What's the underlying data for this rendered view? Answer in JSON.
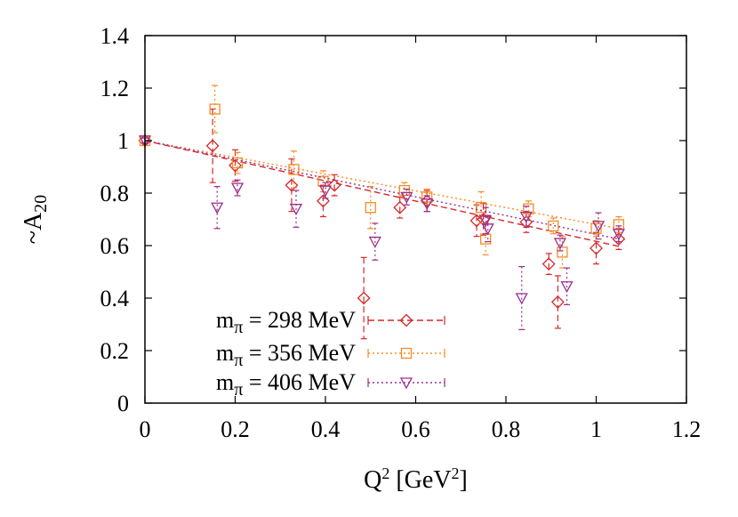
{
  "chart_data": {
    "type": "scatter",
    "xlabel": {
      "base": "Q",
      "sup": "2",
      "unit_pre": " [GeV",
      "unit_sup": "2",
      "unit_post": "]"
    },
    "ylabel": {
      "prefix": "~A",
      "sub": "20"
    },
    "xlim": [
      0,
      1.2
    ],
    "ylim": [
      0,
      1.4
    ],
    "x_ticks": [
      "0",
      "0.2",
      "0.4",
      "0.6",
      "0.8",
      "1",
      "1.2"
    ],
    "y_ticks": [
      "0",
      "0.2",
      "0.4",
      "0.6",
      "0.8",
      "1",
      "1.2",
      "1.4"
    ],
    "grid": false,
    "legend_position": "bottom-left",
    "series": [
      {
        "name_base": "m",
        "name_sub": "π",
        "name_rest": " = 298 MeV",
        "color": "#d62728",
        "marker": "diamond",
        "line_style": "dashed",
        "fit": [
          [
            0,
            1.0
          ],
          [
            1.05,
            0.597
          ]
        ],
        "points": [
          {
            "x": 0.0,
            "y": 1.0,
            "err": 0.01
          },
          {
            "x": 0.15,
            "y": 0.98,
            "err": 0.14
          },
          {
            "x": 0.2,
            "y": 0.905,
            "err": 0.06
          },
          {
            "x": 0.325,
            "y": 0.83,
            "err": 0.1
          },
          {
            "x": 0.395,
            "y": 0.77,
            "err": 0.06
          },
          {
            "x": 0.42,
            "y": 0.83,
            "err": 0.04
          },
          {
            "x": 0.485,
            "y": 0.4,
            "err": 0.155
          },
          {
            "x": 0.565,
            "y": 0.745,
            "err": 0.04
          },
          {
            "x": 0.625,
            "y": 0.77,
            "err": 0.04
          },
          {
            "x": 0.735,
            "y": 0.695,
            "err": 0.06
          },
          {
            "x": 0.75,
            "y": 0.7,
            "err": 0.06
          },
          {
            "x": 0.845,
            "y": 0.69,
            "err": 0.04
          },
          {
            "x": 0.895,
            "y": 0.53,
            "err": 0.04
          },
          {
            "x": 0.915,
            "y": 0.385,
            "err": 0.1
          },
          {
            "x": 1.0,
            "y": 0.59,
            "err": 0.06
          },
          {
            "x": 1.05,
            "y": 0.625,
            "err": 0.04
          }
        ]
      },
      {
        "name_base": "m",
        "name_sub": "π",
        "name_rest": " = 356 MeV",
        "color": "#f58b22",
        "marker": "square",
        "line_style": "dotted",
        "fit": [
          [
            0,
            1.0
          ],
          [
            1.05,
            0.665
          ]
        ],
        "points": [
          {
            "x": 0.0,
            "y": 1.0,
            "err": 0.01
          },
          {
            "x": 0.155,
            "y": 1.12,
            "err": 0.09
          },
          {
            "x": 0.205,
            "y": 0.915,
            "err": 0.04
          },
          {
            "x": 0.33,
            "y": 0.89,
            "err": 0.07
          },
          {
            "x": 0.395,
            "y": 0.845,
            "err": 0.04
          },
          {
            "x": 0.5,
            "y": 0.745,
            "err": 0.08
          },
          {
            "x": 0.575,
            "y": 0.81,
            "err": 0.03
          },
          {
            "x": 0.625,
            "y": 0.785,
            "err": 0.03
          },
          {
            "x": 0.745,
            "y": 0.745,
            "err": 0.06
          },
          {
            "x": 0.755,
            "y": 0.625,
            "err": 0.06
          },
          {
            "x": 0.85,
            "y": 0.74,
            "err": 0.03
          },
          {
            "x": 0.905,
            "y": 0.675,
            "err": 0.03
          },
          {
            "x": 0.925,
            "y": 0.575,
            "err": 0.06
          },
          {
            "x": 1.0,
            "y": 0.665,
            "err": 0.03
          },
          {
            "x": 1.05,
            "y": 0.68,
            "err": 0.03
          }
        ]
      },
      {
        "name_base": "m",
        "name_sub": "π",
        "name_rest": " = 406 MeV",
        "color": "#9b2d8e",
        "marker": "triangle-down",
        "line_style": "dotted",
        "fit": [
          [
            0,
            1.0
          ],
          [
            1.05,
            0.625
          ]
        ],
        "points": [
          {
            "x": 0.0,
            "y": 1.0,
            "err": 0.01
          },
          {
            "x": 0.16,
            "y": 0.745,
            "err": 0.08
          },
          {
            "x": 0.205,
            "y": 0.82,
            "err": 0.03
          },
          {
            "x": 0.335,
            "y": 0.74,
            "err": 0.07
          },
          {
            "x": 0.4,
            "y": 0.81,
            "err": 0.03
          },
          {
            "x": 0.51,
            "y": 0.615,
            "err": 0.07
          },
          {
            "x": 0.58,
            "y": 0.785,
            "err": 0.03
          },
          {
            "x": 0.625,
            "y": 0.76,
            "err": 0.03
          },
          {
            "x": 0.755,
            "y": 0.695,
            "err": 0.05
          },
          {
            "x": 0.76,
            "y": 0.665,
            "err": 0.05
          },
          {
            "x": 0.835,
            "y": 0.4,
            "err": 0.12
          },
          {
            "x": 0.845,
            "y": 0.71,
            "err": 0.04
          },
          {
            "x": 0.92,
            "y": 0.61,
            "err": 0.03
          },
          {
            "x": 0.935,
            "y": 0.445,
            "err": 0.07
          },
          {
            "x": 1.005,
            "y": 0.675,
            "err": 0.05
          },
          {
            "x": 1.05,
            "y": 0.645,
            "err": 0.03
          }
        ]
      }
    ]
  }
}
